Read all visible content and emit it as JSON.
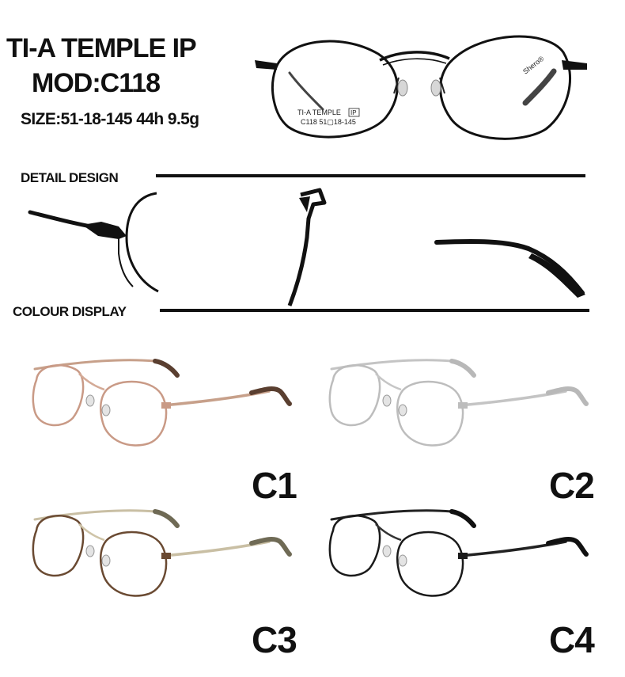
{
  "header": {
    "line1": "TI-A TEMPLE IP",
    "line2": "MOD:C118",
    "size_spec": "SIZE:51-18-145 44h 9.5g"
  },
  "main_frame": {
    "brand_mark": "Shero®",
    "lens_text_1": "TI-A TEMPLE",
    "lens_text_ip": "IP",
    "lens_text_2": "C118 51▢18-145"
  },
  "sections": {
    "detail": "DETAIL DESIGN",
    "colour": "COLOUR DISPLAY"
  },
  "variants": [
    {
      "code": "C1",
      "rim": "#c99a86",
      "bridge": "#d4aa96",
      "temple": "#c7a08a",
      "tip": "#5a3f30"
    },
    {
      "code": "C2",
      "rim": "#bdbdbd",
      "bridge": "#c6c6c6",
      "temple": "#c4c4c4",
      "tip": "#b8b8b8"
    },
    {
      "code": "C3",
      "rim": "#6a4a32",
      "bridge": "#cfc4a8",
      "temple": "#c9bfa4",
      "tip": "#6f6a55"
    },
    {
      "code": "C4",
      "rim": "#1a1a1a",
      "bridge": "#333333",
      "temple": "#222222",
      "tip": "#111111"
    }
  ]
}
